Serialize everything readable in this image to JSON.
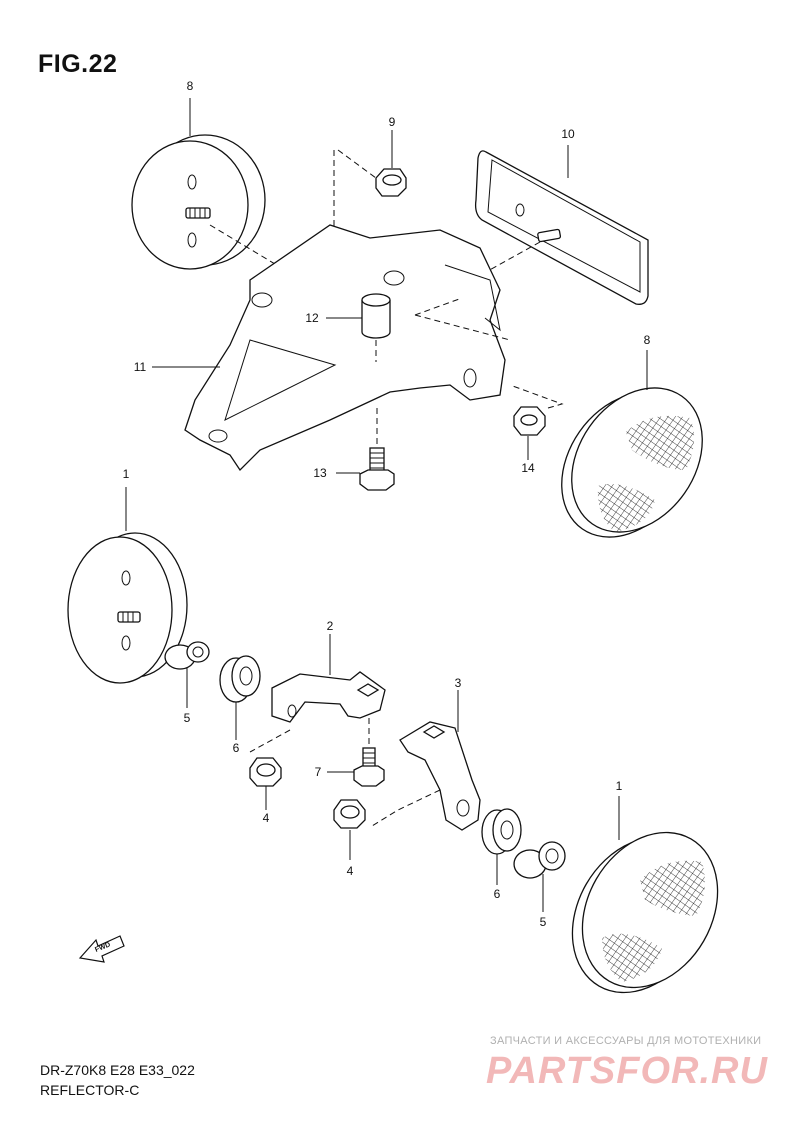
{
  "figure": {
    "title": "FIG.22",
    "model_code": "DR-Z70K8 E28 E33_022",
    "section_name": "REFLECTOR-C"
  },
  "callouts": [
    "1",
    "1",
    "2",
    "3",
    "4",
    "4",
    "5",
    "5",
    "6",
    "6",
    "7",
    "8",
    "8",
    "9",
    "10",
    "11",
    "12",
    "13",
    "14"
  ],
  "fwd_label": "FWD",
  "watermark": {
    "tagline": "ЗАПЧАСТИ И АКСЕССУАРЫ ДЛЯ МОТОТЕХНИКИ",
    "logo": "PARTSFOR.RU"
  },
  "colors": {
    "line": "#111111",
    "watermark": "#f2b8b8"
  }
}
